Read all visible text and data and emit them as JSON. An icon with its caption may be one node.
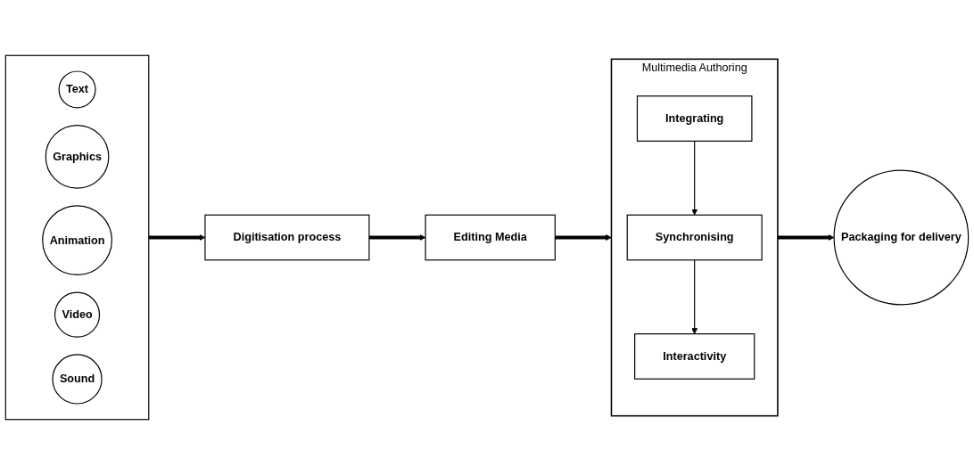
{
  "diagram": {
    "nodes": [
      {
        "text": [],
        "shape": "box"
      },
      {
        "text": [
          "Text"
        ],
        "in": 0
      },
      {
        "text": [
          "Graphics"
        ],
        "in": 0
      },
      {
        "text": [
          "Animation"
        ],
        "in": 0
      },
      {
        "text": [
          "Video"
        ],
        "in": 0
      },
      {
        "text": [
          "Sound"
        ],
        "in": 0
      },
      {
        "text": [
          "Digitisation process"
        ]
      },
      {
        "text": [
          "Editing Media"
        ]
      },
      {
        "text": [
          "Multimedia Authoring"
        ]
      },
      {
        "text": [
          "Integrating"
        ],
        "in": 8
      },
      {
        "text": [
          "Synchronising"
        ],
        "in": 8
      },
      {
        "text": [
          "Interactivity"
        ],
        "in": 8
      },
      {
        "text": [
          "Packaging for delivery"
        ]
      }
    ],
    "edges": [
      {
        "from": 0,
        "to": 6,
        "arrow": "to"
      },
      {
        "from": 6,
        "to": 7,
        "arrow": "to"
      },
      {
        "from": 7,
        "to": 8,
        "arrow": "to"
      },
      {
        "from": 9,
        "to": 10,
        "arrow": "to"
      },
      {
        "from": 10,
        "to": 11,
        "arrow": "to"
      },
      {
        "from": 8,
        "to": 12,
        "arrow": "to"
      }
    ]
  }
}
